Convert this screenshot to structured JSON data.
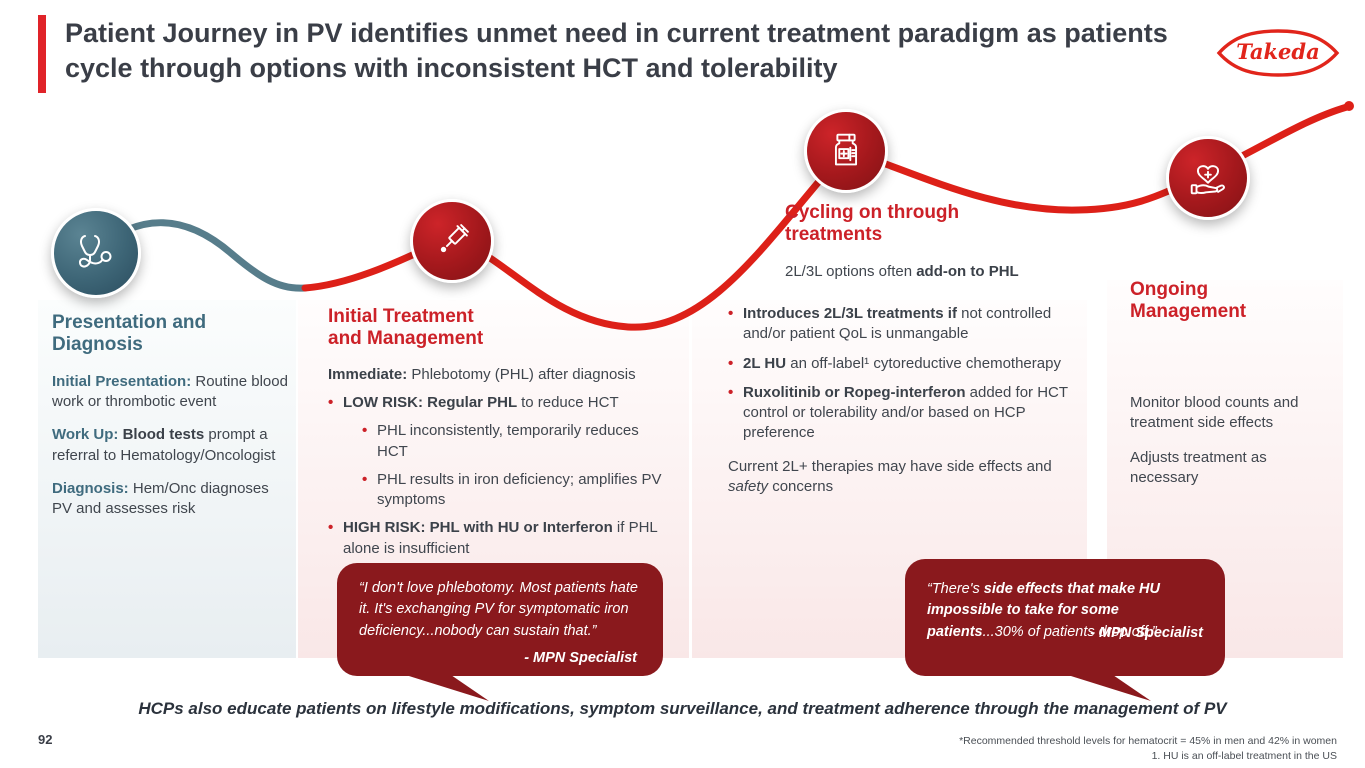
{
  "header": {
    "title_line1": "Patient Journey in PV identifies unmet need in current treatment paradigm as patients",
    "title_line2": "cycle through options with inconsistent HCT and tolerability",
    "logo": "Takeda"
  },
  "colors": {
    "accent_red": "#cc2128",
    "curve_red": "#dd2018",
    "curve_teal": "#577d8b",
    "quote_maroon": "#8a191d",
    "teal_heading": "#3f6b7e"
  },
  "stages": [
    {
      "id": "presentation-and-diagnosis",
      "icon": "stethoscope-icon",
      "heading": "Presentation and Diagnosis",
      "items": [
        {
          "runs": [
            {
              "t": "Initial Presentation: ",
              "c": "rt"
            },
            {
              "t": "Routine blood work or thrombotic event"
            }
          ]
        },
        {
          "runs": [
            {
              "t": "Work Up: ",
              "c": "rt"
            },
            {
              "t": "Blood tests ",
              "c": "rb"
            },
            {
              "t": "prompt a referral to Hematology/Oncologist"
            }
          ]
        },
        {
          "runs": [
            {
              "t": "Diagnosis: ",
              "c": "rt"
            },
            {
              "t": "Hem/Onc diagnoses PV and assesses risk"
            }
          ]
        }
      ]
    },
    {
      "id": "initial-treatment-and-management",
      "icon": "syringe-icon",
      "heading": "Initial Treatment and Management",
      "intro": {
        "runs": [
          {
            "t": "Immediate: ",
            "c": "rb"
          },
          {
            "t": "Phlebotomy (PHL) after diagnosis"
          }
        ]
      },
      "bullets": [
        {
          "level": 1,
          "runs": [
            {
              "t": "LOW RISK: Regular PHL ",
              "c": "rb"
            },
            {
              "t": "to reduce HCT"
            }
          ]
        },
        {
          "level": 2,
          "runs": [
            {
              "t": "PHL inconsistently, temporarily reduces HCT"
            }
          ]
        },
        {
          "level": 2,
          "runs": [
            {
              "t": "PHL results in iron deficiency; amplifies PV symptoms"
            }
          ]
        },
        {
          "level": 1,
          "runs": [
            {
              "t": "HIGH RISK: PHL with HU or Interferon ",
              "c": "rb"
            },
            {
              "t": "if PHL alone is insufficient"
            }
          ]
        }
      ],
      "quote": {
        "runs": [
          {
            "t": "“I don't love phlebotomy. Most patients hate it. It's exchanging PV for symptomatic iron deficiency...nobody can sustain that.”"
          }
        ],
        "attribution": "- MPN Specialist"
      }
    },
    {
      "id": "cycling-on-through-treatments",
      "icon": "medicine-bottle-icon",
      "heading": "Cycling on through treatments",
      "subheading": {
        "runs": [
          {
            "t": "2L/3L options often "
          },
          {
            "t": "add-on to PHL",
            "c": "rb"
          }
        ]
      },
      "bullets": [
        {
          "level": 1,
          "runs": [
            {
              "t": "Introduces 2L/3L treatments if ",
              "c": "rb"
            },
            {
              "t": "not controlled and/or patient QoL is unmangable"
            }
          ]
        },
        {
          "level": 1,
          "runs": [
            {
              "t": "2L HU ",
              "c": "rb"
            },
            {
              "t": "an off-label¹ cytoreductive chemotherapy"
            }
          ]
        },
        {
          "level": 1,
          "runs": [
            {
              "t": "Ruxolitinib or Ropeg-interferon ",
              "c": "rb"
            },
            {
              "t": "added for HCT control or tolerability and/or based on HCP preference"
            }
          ]
        }
      ],
      "outro": {
        "runs": [
          {
            "t": "Current 2L+ therapies may have side effects and "
          },
          {
            "t": "safety",
            "c": "ri"
          },
          {
            "t": " concerns"
          }
        ]
      },
      "quote": {
        "runs": [
          {
            "t": "“There's "
          },
          {
            "t": "side effects that make HU impossible to take for some patients",
            "c": "rbi"
          },
          {
            "t": "...30% of patients drop off.”"
          }
        ],
        "attribution": "- MPN Specialist"
      }
    },
    {
      "id": "ongoing-management",
      "icon": "heart-hand-icon",
      "heading": "Ongoing Management",
      "items": [
        {
          "runs": [
            {
              "t": "Monitor blood counts and treatment side effects"
            }
          ]
        },
        {
          "runs": [
            {
              "t": "Adjusts treatment as necessary"
            }
          ]
        }
      ]
    }
  ],
  "footer": {
    "banner": "HCPs also educate patients on lifestyle modifications, symptom surveillance, and treatment adherence through the management of PV",
    "page_number": "92",
    "footnote_line1": "*Recommended threshold levels for hematocrit = 45% in men and 42% in women",
    "footnote_line2": "1. HU is an off-label treatment in the US"
  }
}
